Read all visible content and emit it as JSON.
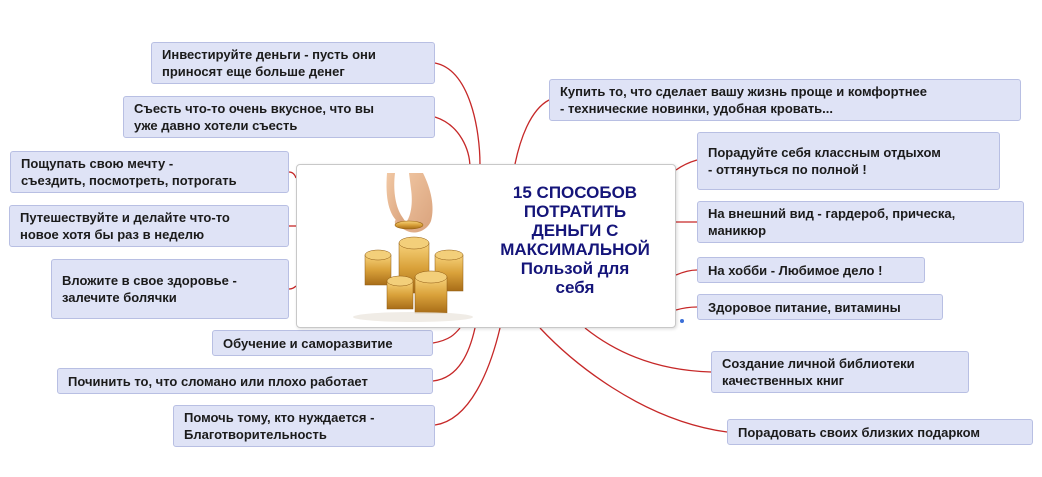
{
  "title": "15 СПОСОБОВ\nПОТРАТИТЬ\nДЕНЬГИ С\nМАКСИМАЛЬНОЙ\nПользой для\nсебя",
  "colors": {
    "link": "#c62828",
    "node_fill": "#dfe3f6",
    "node_border": "#b8bfe3",
    "title": "#15157a"
  },
  "center_image": "hand-with-gold-coins-icon",
  "left_nodes": [
    {
      "text": "Инвестируйте деньги - пусть они\nприносят еще больше денег"
    },
    {
      "text": "Съесть что-то очень вкусное, что вы\nуже давно хотели съесть"
    },
    {
      "text": "Пощупать свою мечту -\nсъездить, посмотреть, потрогать"
    },
    {
      "text": "Путешествуйте и делайте что-то\nновое хотя бы раз в неделю"
    },
    {
      "text": "Вложите в свое здоровье -\nзалечите болячки"
    },
    {
      "text": "Обучение и саморазвитие"
    },
    {
      "text": "Починить то, что сломано или плохо работает"
    },
    {
      "text": "Помочь тому, кто нуждается -\nБлаготворительность"
    }
  ],
  "right_nodes": [
    {
      "text": "Купить то, что сделает вашу жизнь проще и комфортнее\n- технические новинки, удобная кровать..."
    },
    {
      "text": "Порадуйте себя классным отдыхом\n- оттянуться по полной !"
    },
    {
      "text": "На внешний вид - гардероб, прическа,\nманикюр"
    },
    {
      "text": "На хобби - Любимое дело !"
    },
    {
      "text": "Здоровое питание, витамины"
    },
    {
      "text": "Создание личной библиотеки\nкачественных книг"
    },
    {
      "text": "Порадовать своих близких подарком"
    }
  ]
}
